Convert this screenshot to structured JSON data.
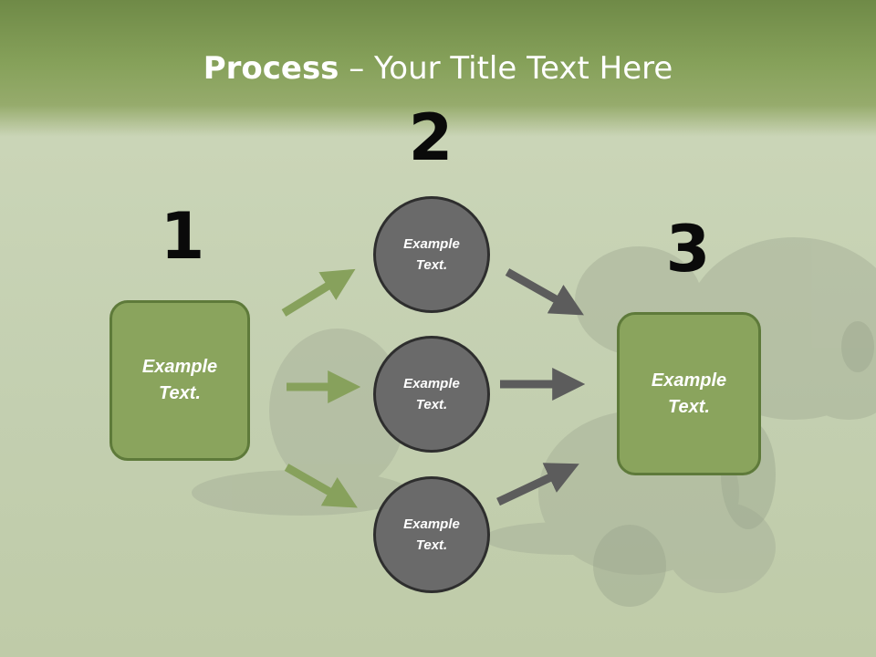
{
  "title": {
    "bold": "Process",
    "rest": " – Your Title Text Here"
  },
  "steps": [
    "1",
    "2",
    "3"
  ],
  "left_box": {
    "text": "Example Text."
  },
  "circles": [
    {
      "text": "Example Text."
    },
    {
      "text": "Example Text."
    },
    {
      "text": "Example Text."
    }
  ],
  "right_box": {
    "text": "Example Text."
  },
  "colors": {
    "accent_green": "#8aa45d",
    "green_border": "#5e7a3a",
    "circle_fill": "#6a6a6a",
    "circle_border": "#2e2e2e",
    "arrow_green": "#87a15c",
    "arrow_gray": "#5c5c5c",
    "number_color": "#0a0a0a"
  }
}
